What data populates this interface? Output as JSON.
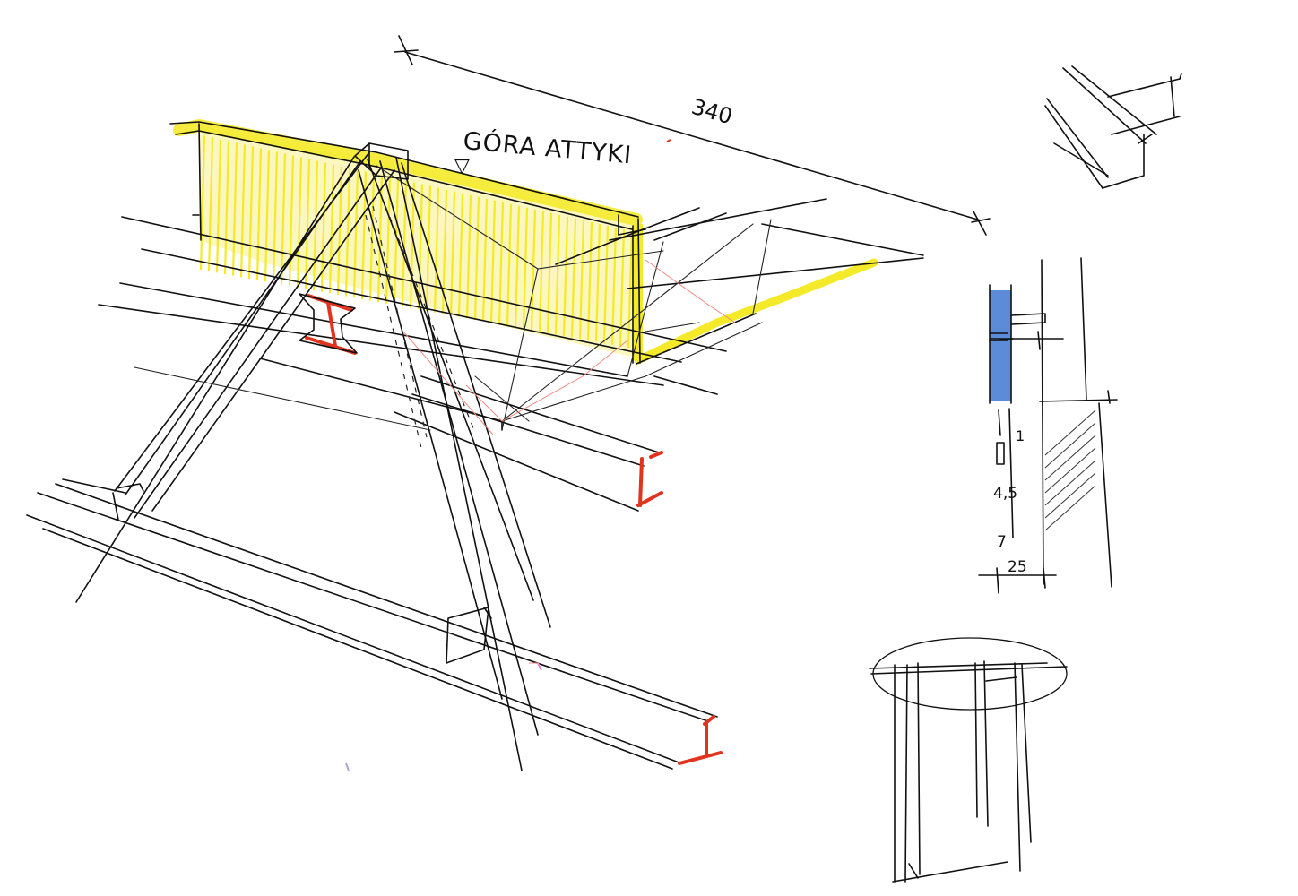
{
  "annotations": {
    "parapet_top": "GÓRA ATTYKI",
    "top_marker": "▽",
    "span_dimension": "340"
  },
  "section_dimensions": {
    "d1": "1",
    "d2": "4,5",
    "d3": "7",
    "width": "25"
  },
  "colors": {
    "parapet": "#f4ea2a",
    "steel_profile": "#e0341f",
    "insulation": "#4a7fd4",
    "ink": "#111111"
  }
}
